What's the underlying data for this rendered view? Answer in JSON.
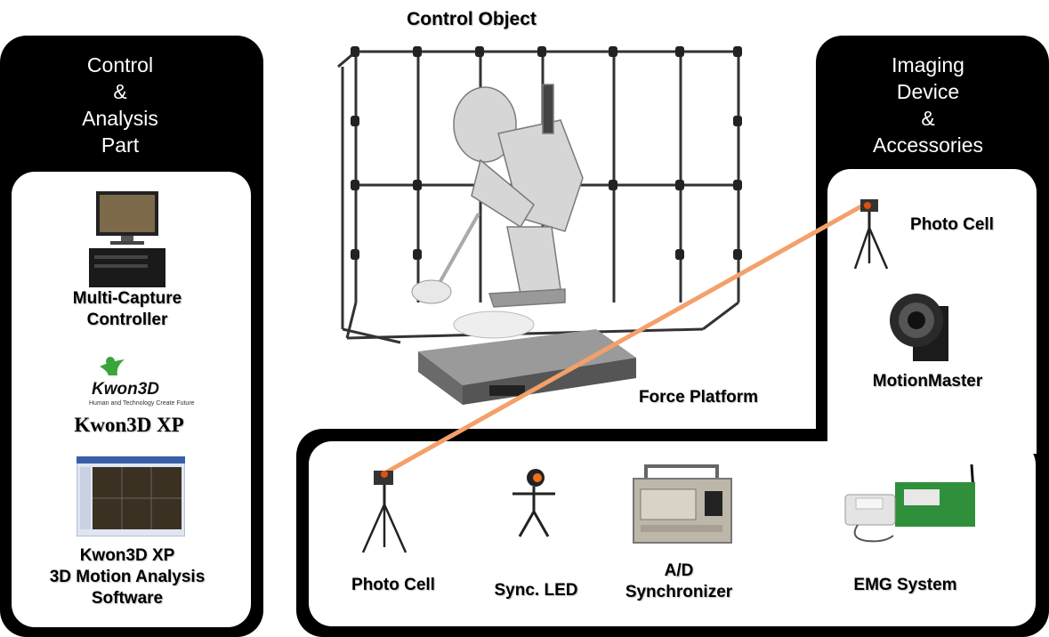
{
  "title": "Control Object",
  "left_panel": {
    "title": "Control\n&\nAnalysis\nPart",
    "items": {
      "controller": "Multi-Capture\nController",
      "logo_text": "Kwon3D",
      "logo_tagline": "Human and Technology Create Future",
      "kwon_name": "Kwon3D XP",
      "software": "Kwon3D XP\n3D Motion Analysis\nSoftware"
    }
  },
  "right_panel": {
    "title": "Imaging\nDevice\n&\nAccessories",
    "items": {
      "photo_cell": "Photo Cell",
      "motion_master": "MotionMaster"
    }
  },
  "center": {
    "force_platform": "Force Platform"
  },
  "bottom_panel": {
    "items": {
      "photo_cell": "Photo Cell",
      "sync_led": "Sync. LED",
      "ad_sync": "A/D\nSynchronizer",
      "emg": "EMG System"
    }
  },
  "colors": {
    "panel": "#000000",
    "beam": "#f4a06a",
    "accent_red": "#e05010",
    "logo_green": "#3aa63a"
  }
}
